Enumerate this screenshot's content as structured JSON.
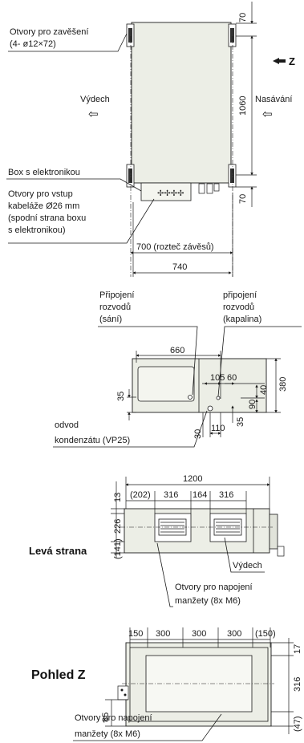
{
  "view1": {
    "hang_holes_line1": "Otvory pro zavěšení",
    "hang_holes_line2": "(4- ø12×72)",
    "exhaust": "Výdech",
    "intake": "Nasávání",
    "z_label": "Z",
    "box_label": "Box s elektronikou",
    "cable_line1": "Otvory pro vstup",
    "cable_line2": "kabeláže Ø26 mm",
    "cable_line3": "(spodní strana boxu",
    "cable_line4": "s elektronikou)",
    "dim_top": "70",
    "dim_mid": "1060",
    "dim_bottom": "70",
    "dim_span": "700 (rozteč závěsů)",
    "dim_width": "740"
  },
  "view2": {
    "suction_line1": "Připojení",
    "suction_line2": "rozvodů",
    "suction_line3": "(sání)",
    "liquid_line1": "připojení",
    "liquid_line2": "rozvodů",
    "liquid_line3": "(kapalina)",
    "dim_660": "660",
    "dim_105": "105",
    "dim_60": "60",
    "dim_40": "40",
    "dim_380": "380",
    "dim_90": "90",
    "dim_35a": "35",
    "dim_35b": "35",
    "dim_30": "30",
    "dim_110": "110",
    "drain_line1": "odvod",
    "drain_line2": "kondenzátu (VP25)"
  },
  "view3": {
    "title": "Levá strana",
    "dim_1200": "1200",
    "dim_202": "(202)",
    "dim_316a": "316",
    "dim_164": "164",
    "dim_316b": "316",
    "dim_13": "13",
    "dim_226": "226",
    "dim_141": "(141)",
    "exhaust": "Výdech",
    "flange_line1": "Otvory pro napojení",
    "flange_line2": "manžety (8x M6)"
  },
  "view4": {
    "title": "Pohled Z",
    "dim_150": "150",
    "dim_300a": "300",
    "dim_300b": "300",
    "dim_300c": "300",
    "dim_150p": "(150)",
    "dim_17": "17",
    "dim_316": "316",
    "dim_47": "(47)",
    "dim_85": "85",
    "flange_line1": "Otvory pro napojení",
    "flange_line2": "manžety (8x M6)"
  }
}
